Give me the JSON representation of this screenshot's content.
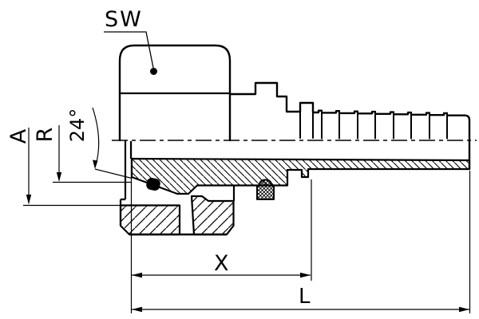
{
  "drawing": {
    "description_labels": {
      "wrench_size": "SW",
      "dim_a": "A",
      "dim_r": "R",
      "cone_angle": "24°",
      "cutoff_length": "X",
      "overall_length": "L"
    },
    "colors": {
      "line": "#000000",
      "background": "#ffffff"
    }
  }
}
